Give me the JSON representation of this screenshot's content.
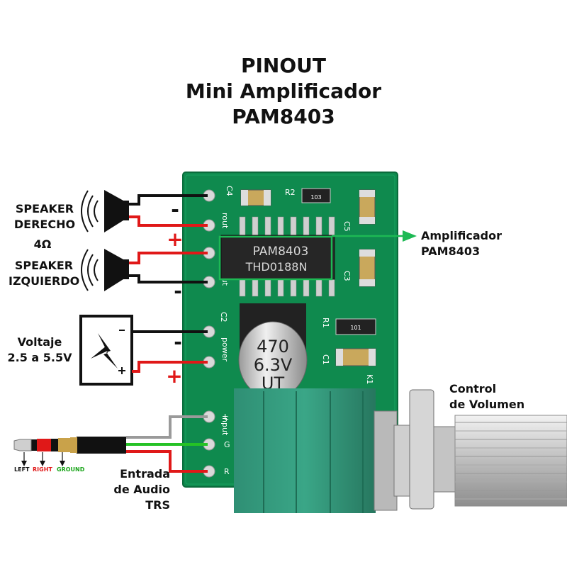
{
  "title": {
    "line1": "PINOUT",
    "line2": "Mini Amplificador",
    "line3": "PAM8403"
  },
  "labels": {
    "speaker_right_1": "SPEAKER",
    "speaker_right_2": "DERECHO",
    "impedance": "4Ω",
    "speaker_left_1": "SPEAKER",
    "speaker_left_2": "IZQUIERDO",
    "voltage_1": "Voltaje",
    "voltage_2": "2.5 a 5.5V",
    "amp_1": "Amplificador",
    "amp_2": "PAM8403",
    "volume_1": "Control",
    "volume_2": "de Volumen",
    "audio_1": "Entrada",
    "audio_2": "de Audio",
    "audio_3": "TRS"
  },
  "jack": {
    "left": "LEFT",
    "right": "RIGHT",
    "ground": "GROUND"
  },
  "signs": {
    "minus": "-",
    "plus": "+"
  },
  "board": {
    "chip_line1": "PAM8403",
    "chip_line2": "THD0188N",
    "cap_line1": "470",
    "cap_line2": "6.3V",
    "cap_line3": "UT",
    "silk_rout": "rout",
    "silk_lout": "lout",
    "silk_power": "power",
    "silk_input": "input",
    "pin_L": "L",
    "pin_G": "G",
    "pin_R": "R",
    "ref_C4": "C4",
    "ref_R2": "R2",
    "ref_C5": "C5",
    "ref_C3": "C3",
    "ref_C2": "C2",
    "ref_R1": "R1",
    "ref_C1": "C1",
    "ref_K1": "K1",
    "res_code": "103",
    "res_code2": "101"
  },
  "colors": {
    "pcb": "#0f8a4e",
    "wire_red": "#e01818",
    "wire_black": "#111111",
    "wire_green": "#25c225",
    "wire_gray": "#9a9a9a",
    "highlight": "#1db954"
  }
}
